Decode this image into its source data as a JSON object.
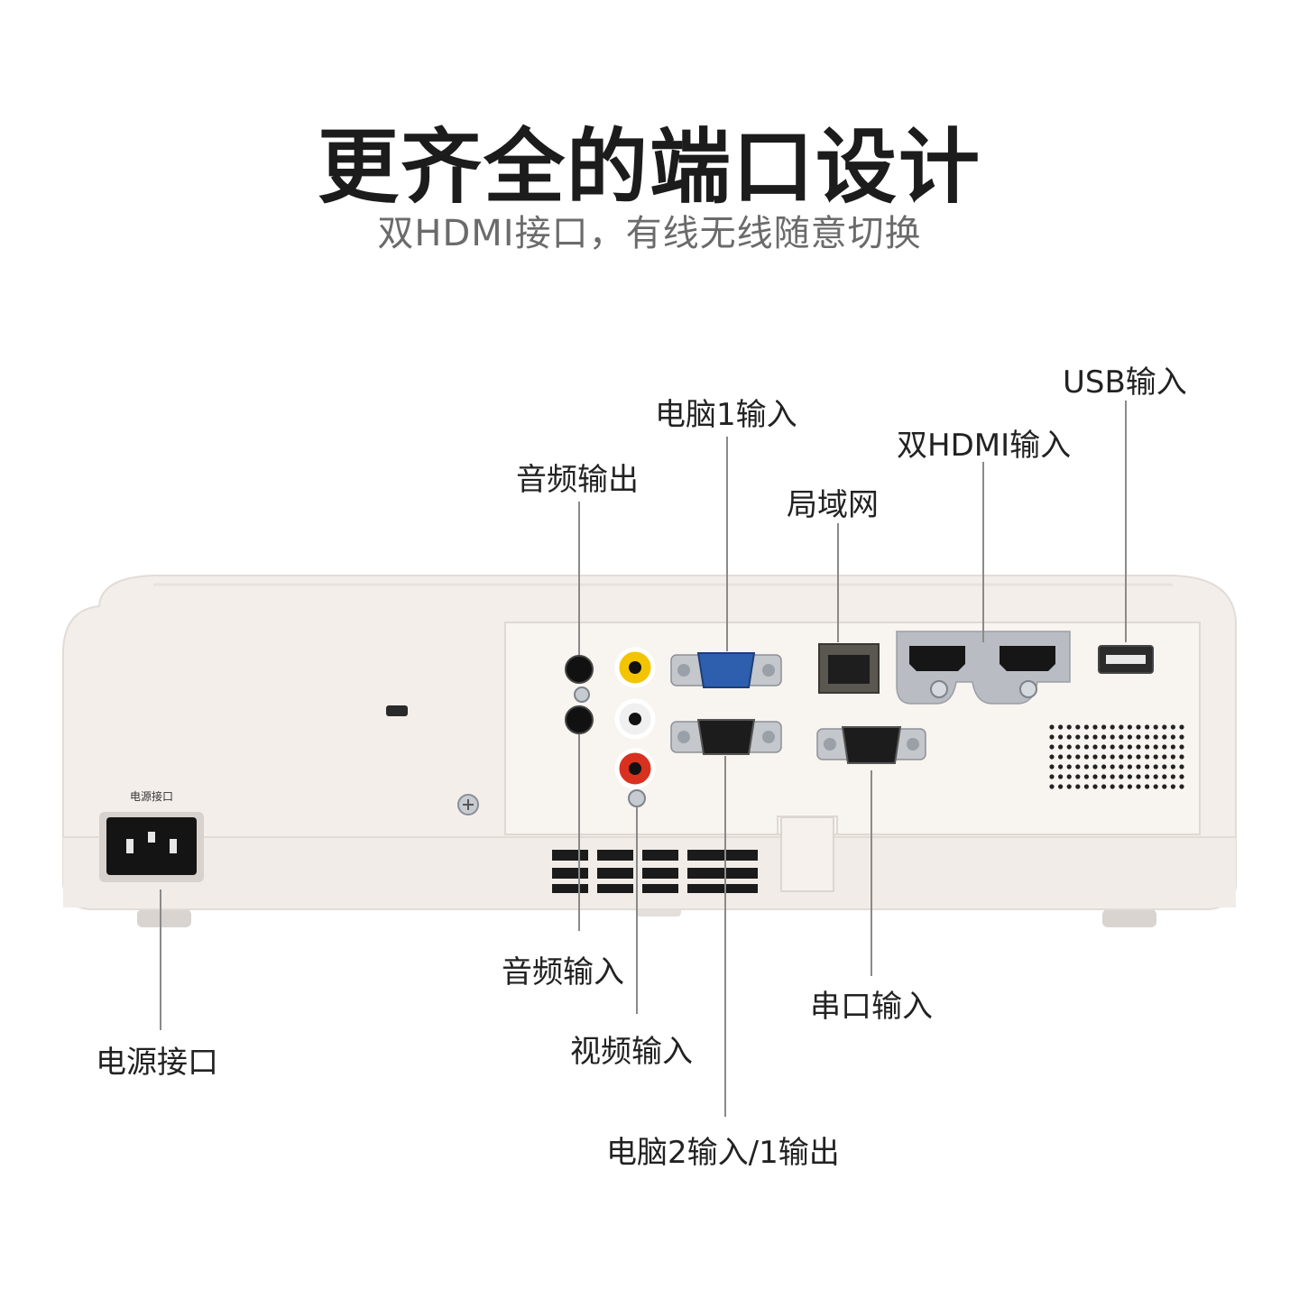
{
  "header": {
    "title": "更齐全的端口设计",
    "subtitle": "双HDMI接口，有线无线随意切换"
  },
  "callouts": {
    "usb": "USB输入",
    "pc1": "电脑1输入",
    "hdmi": "双HDMI输入",
    "audio_out": "音频输出",
    "lan": "局域网",
    "audio_in": "音频输入",
    "serial": "串口输入",
    "power": "电源接口",
    "video": "视频输入",
    "pc2": "电脑2输入/1输出"
  },
  "device": {
    "power_panel_label": "电源接口",
    "colors": {
      "body": "#f2ede9",
      "panel": "#f7f3ef",
      "hdmi_plate": "#b9bcc2",
      "vga_blue": "#2e5fae",
      "rca_yellow": "#f2c500",
      "rca_red": "#d8311f"
    }
  }
}
